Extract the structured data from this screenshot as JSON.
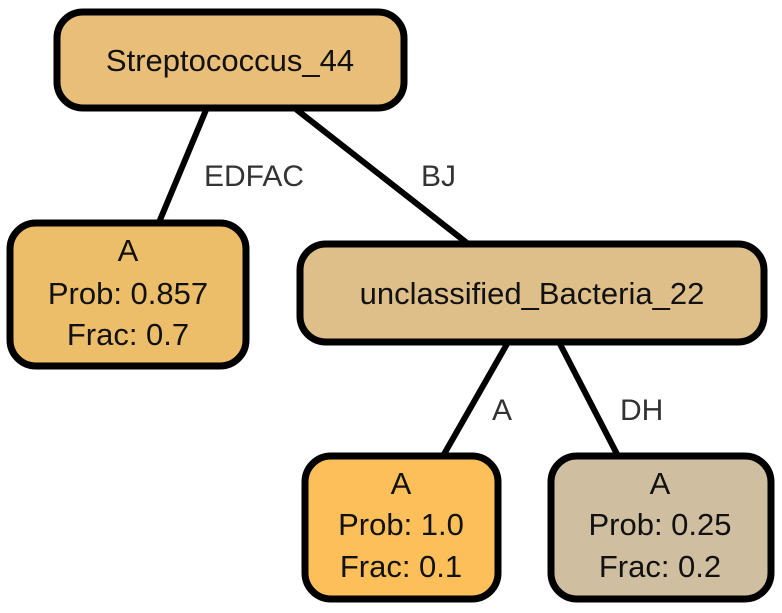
{
  "colors": {
    "root": "#E8BE78",
    "leaf_a": "#EDBE69",
    "unclassified": "#DEBF8A",
    "leaf_b": "#FDBF59",
    "leaf_c": "#D0BEA0"
  },
  "nodes": {
    "root": {
      "label": "Streptococcus_44"
    },
    "leaf_a": {
      "title": "A",
      "prob": "Prob: 0.857",
      "frac": "Frac: 0.7"
    },
    "unclassified": {
      "label": "unclassified_Bacteria_22"
    },
    "leaf_b": {
      "title": "A",
      "prob": "Prob: 1.0",
      "frac": "Frac: 0.1"
    },
    "leaf_c": {
      "title": "A",
      "prob": "Prob: 0.25",
      "frac": "Frac: 0.2"
    }
  },
  "edges": {
    "root_leaf_a": "EDFAC",
    "root_unclassified": "BJ",
    "unclassified_leaf_b": "A",
    "unclassified_leaf_c": "DH"
  }
}
